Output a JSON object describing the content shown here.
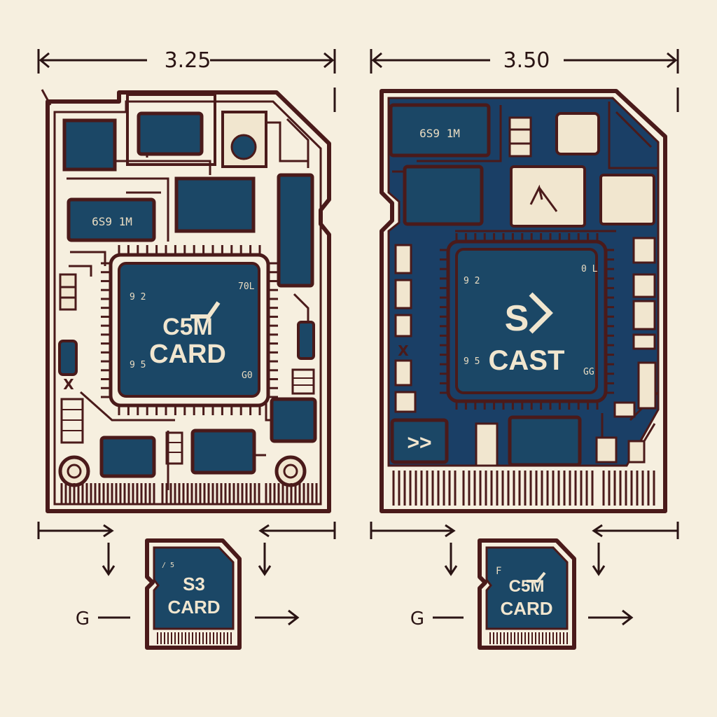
{
  "colors": {
    "background": "#f6efdf",
    "outline": "#4a1a1a",
    "chip": "#1b4766",
    "board_right": "#1a3f66",
    "pad": "#f1e6cf"
  },
  "left_card": {
    "width_label": "3.25",
    "component_label": "6S9 1M",
    "chip_line1": "C5M",
    "chip_line2": "CARD",
    "chip_small_tl": "9 2",
    "chip_small_tr": "70L",
    "chip_small_bl": "9 5",
    "chip_small_br": "G0",
    "side_mark": "X"
  },
  "right_card": {
    "width_label": "3.50",
    "component_label": "6S9 1M",
    "chip_line1": "S",
    "chip_line2": "CAST",
    "chip_small_tl": "9 2",
    "chip_small_tr": "0 L",
    "chip_small_bl": "9 5",
    "chip_small_br": "GG",
    "side_mark": "X",
    "arrow_glyph": ">>"
  },
  "small_cards": [
    {
      "line1": "S3",
      "line2": "CARD",
      "left_label": "G",
      "corner_mark": ""
    },
    {
      "line1": "C5M",
      "line2": "CARD",
      "left_label": "G",
      "corner_mark": "F"
    }
  ]
}
